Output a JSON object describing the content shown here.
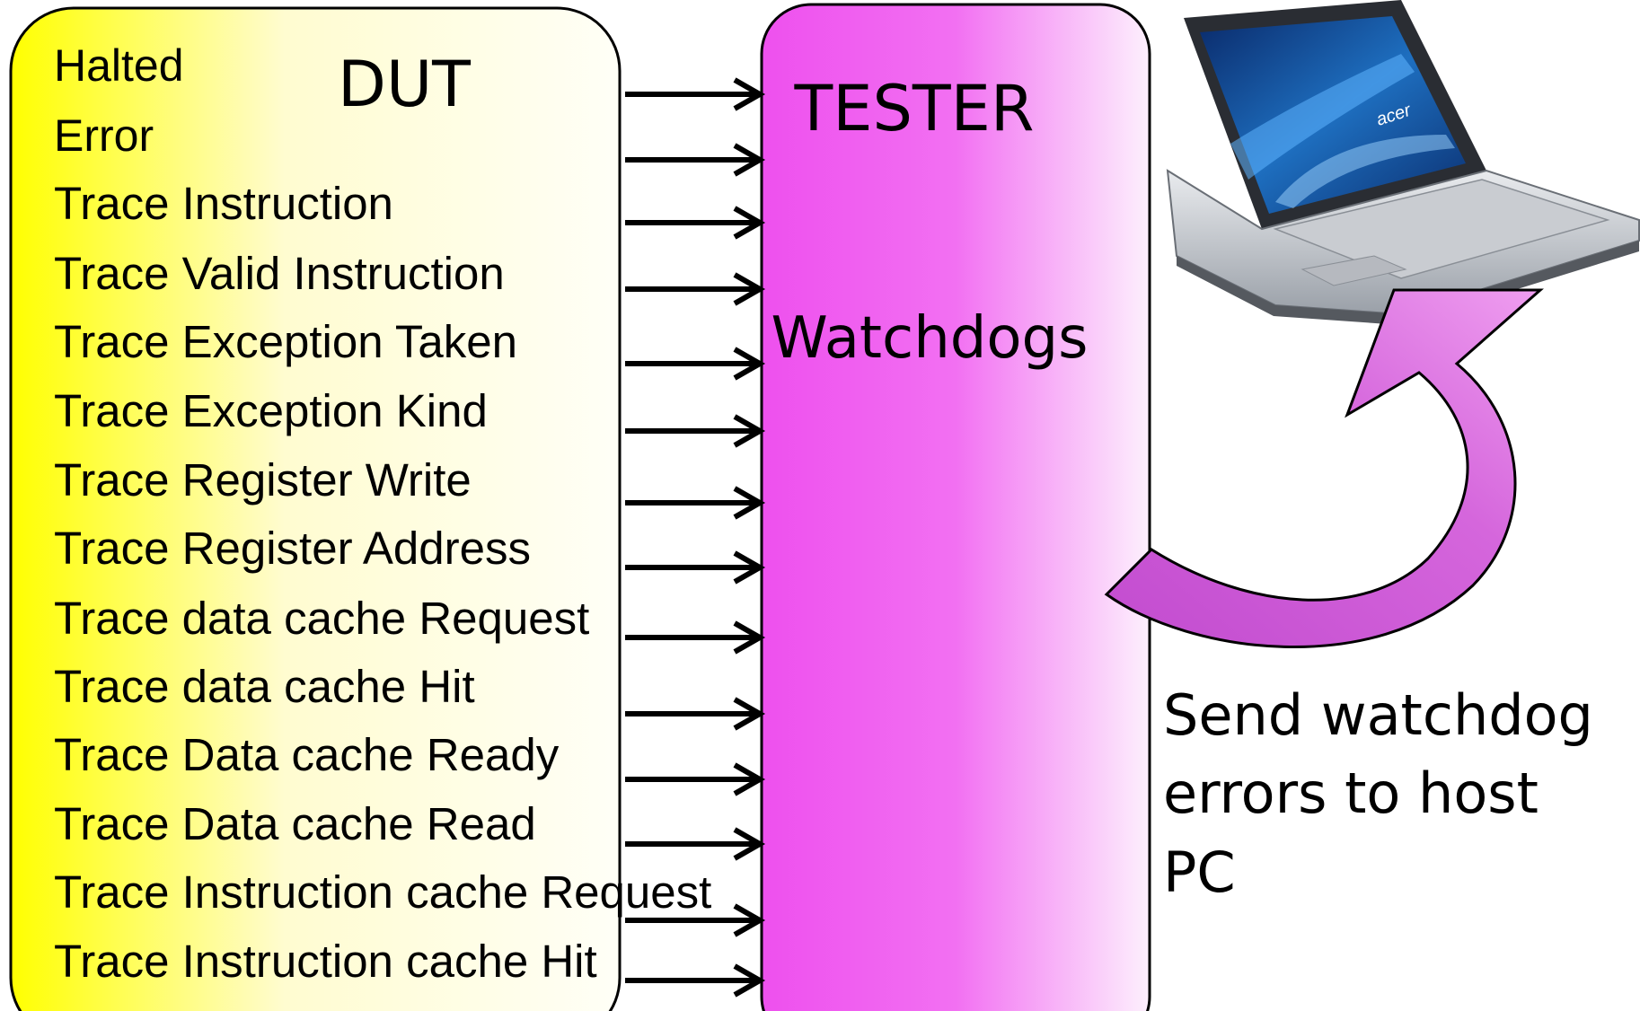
{
  "dut": {
    "title": "DUT",
    "signals": [
      "Halted",
      "Error",
      "Trace Instruction",
      "Trace Valid Instruction",
      "Trace Exception Taken",
      "Trace Exception Kind",
      "Trace Register Write",
      "Trace Register Address",
      "Trace data cache Request",
      "Trace data cache Hit",
      "Trace Data cache Ready",
      "Trace Data cache Read",
      "Trace Instruction cache Request",
      "Trace Instruction cache Hit"
    ]
  },
  "tester": {
    "title": "TESTER",
    "subtitle": "Watchdogs"
  },
  "caption": {
    "lines": [
      "Send watchdog",
      "errors to host",
      "PC"
    ]
  },
  "laptop": {
    "brand": "acer",
    "icon": "laptop-icon"
  },
  "colors": {
    "dut_gradient_start": "#ffff00",
    "dut_gradient_end": "#fffff5",
    "tester_gradient_start": "#ee55ee",
    "tester_gradient_end": "#fbe6fb",
    "curved_arrow_fill": "#c64dd2",
    "curved_arrow_light": "#e58be8"
  }
}
